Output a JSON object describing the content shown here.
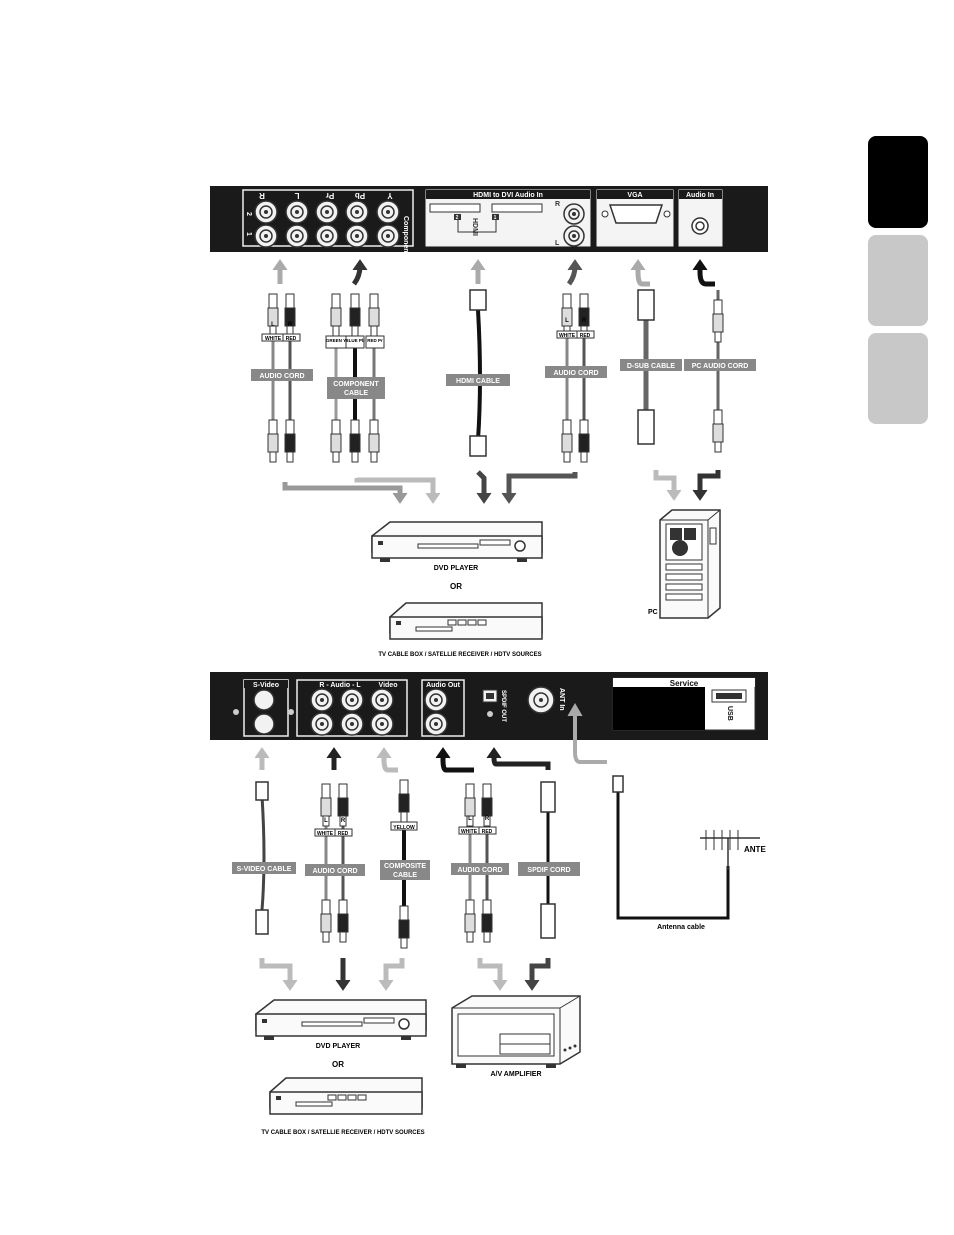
{
  "side_tabs": [
    {
      "color": "#000000"
    },
    {
      "color": "#c8c8c8"
    },
    {
      "color": "#c8c8c8"
    }
  ],
  "top_panel": {
    "component_title": "Component",
    "component_cols": [
      "R",
      "L",
      "Pr",
      "Pb",
      "Y"
    ],
    "row_marks": [
      "2",
      "1"
    ],
    "hdmi_title": "HDMI    to   DVI   Audio In",
    "hdmi_label": "HDMI",
    "hdmi_ports": [
      "2",
      "1"
    ],
    "rl_marks": [
      "R",
      "L"
    ],
    "vga_title": "VGA",
    "audio_in_title": "Audio In"
  },
  "top_cables": {
    "white": "WHITE",
    "red": "RED",
    "green_y": "GREEN Y",
    "blue_pb": "BLUE Pb",
    "red_pr": "RED Pr",
    "audio_cord": "AUDIO CORD",
    "component_cable": [
      "COMPONENT",
      "CABLE"
    ],
    "hdmi_cable": "HDMI CABLE",
    "dsub_cable": "D-SUB CABLE",
    "pc_audio_cord": "PC AUDIO CORD",
    "l": "L",
    "r": "R"
  },
  "top_devices": {
    "dvd_player": "DVD PLAYER",
    "or": "OR",
    "tv_sources": "TV CABLE BOX / SATELLIE RECEIVER / HDTV SOURCES",
    "pc": "PC"
  },
  "bottom_panel": {
    "svideo_title": "S-Video",
    "audio_title": "R - Audio - L",
    "video_title": "Video",
    "audio_out_title": "Audio Out",
    "spdif": "SPDIF OUT",
    "ant_in": "ANT In",
    "service_title": "Service",
    "usb": "USB"
  },
  "bottom_cables": {
    "svideo_cable": "S-VIDEO CABLE",
    "audio_cord": "AUDIO CORD",
    "composite_cable": [
      "COMPOSITE",
      "CABLE"
    ],
    "yellow": "YELLOW",
    "white": "WHITE",
    "red": "RED",
    "spdif_cord": "SPDIF CORD",
    "antenna": "ANTE",
    "antenna_cable": "Antenna cable",
    "l": "L",
    "r": "R"
  },
  "bottom_devices": {
    "dvd_player": "DVD PLAYER",
    "or": "OR",
    "tv_sources": "TV CABLE BOX / SATELLIE RECEIVER / HDTV SOURCES",
    "av_amplifier": "A/V AMPLIFIER"
  }
}
